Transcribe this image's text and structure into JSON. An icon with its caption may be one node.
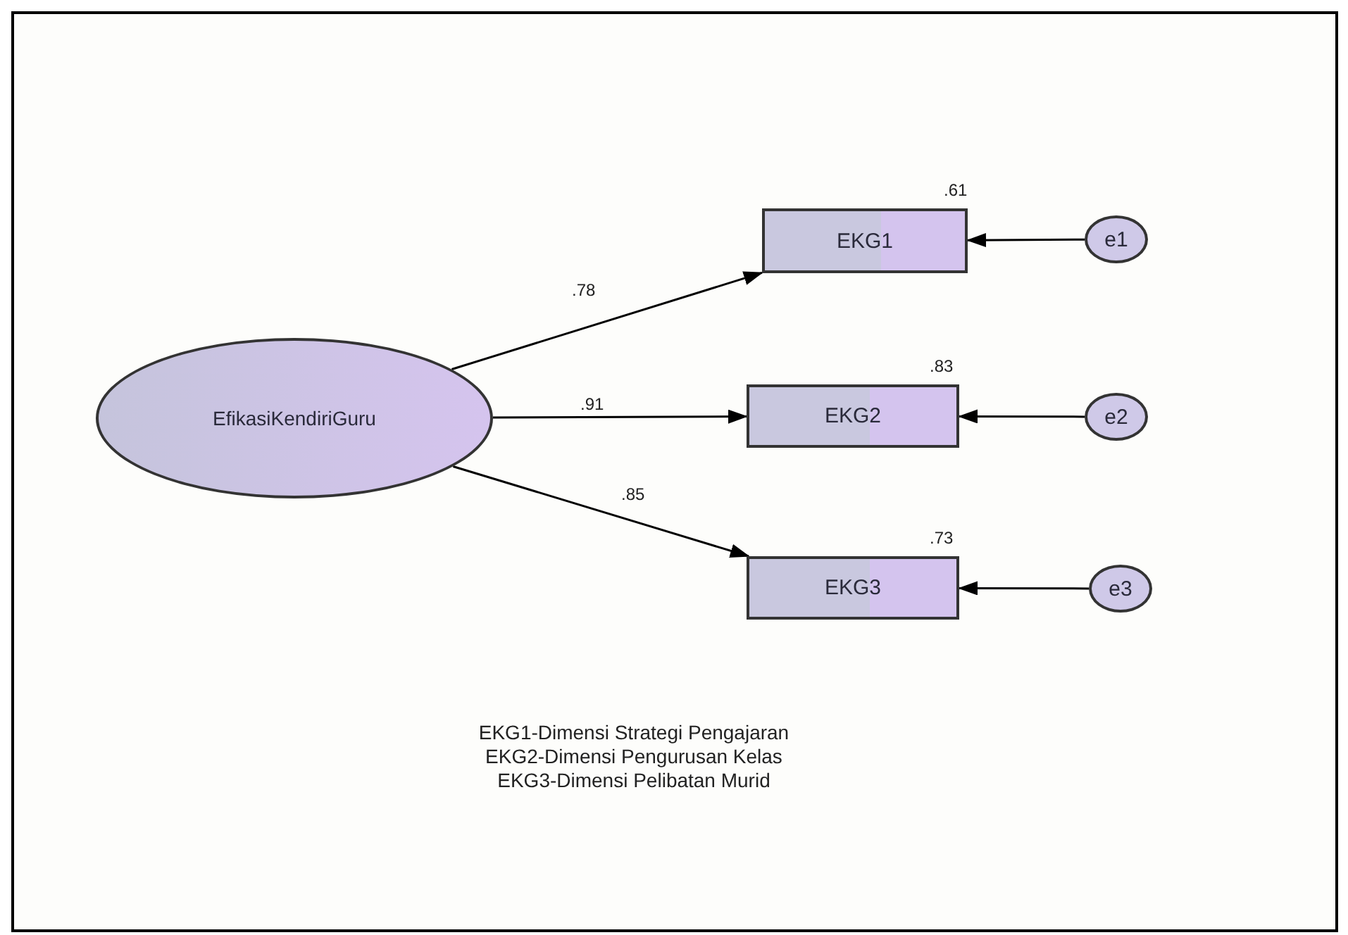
{
  "diagram": {
    "nodes": [
      {
        "text": [
          "EfikasiKendiriGuru"
        ]
      },
      {
        "text": [
          "EKG1"
        ],
        "beside": [
          ".61"
        ]
      },
      {
        "text": [
          "EKG2"
        ],
        "beside": [
          ".83"
        ]
      },
      {
        "text": [
          "EKG3"
        ],
        "beside": [
          ".73"
        ]
      },
      {
        "text": [
          "e1"
        ]
      },
      {
        "text": [
          "e2"
        ]
      },
      {
        "text": [
          "e3"
        ]
      }
    ],
    "edges": [
      {
        "from": 0,
        "to": 1,
        "arrow": "to",
        "label": ".78"
      },
      {
        "from": 0,
        "to": 2,
        "arrow": "to",
        "label": ".91"
      },
      {
        "from": 0,
        "to": 3,
        "arrow": "to",
        "label": ".85"
      },
      {
        "from": 4,
        "to": 1,
        "arrow": "to"
      },
      {
        "from": 5,
        "to": 2,
        "arrow": "to"
      },
      {
        "from": 6,
        "to": 3,
        "arrow": "to"
      }
    ],
    "labels": [
      "EKG1-Dimensi Strategi Pengajaran",
      "EKG2-Dimensi Pengurusan Kelas",
      "EKG3-Dimensi Pelibatan Murid"
    ]
  }
}
